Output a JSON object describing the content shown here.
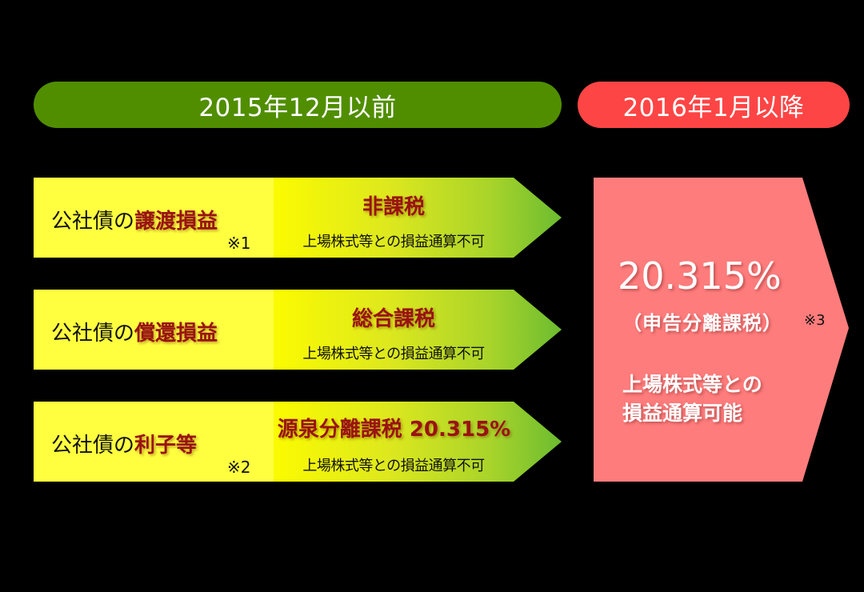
{
  "headers": {
    "before": "2015年12月以前",
    "after": "2016年1月以降"
  },
  "colors": {
    "before_header": "#508e00",
    "after_header": "#fe4545",
    "row_left_fill": "#ffff40",
    "arrow_gradient_start": "#fbfb00",
    "arrow_gradient_end": "#6cbc30",
    "highlight_text": "#9a1212",
    "after_box_fill": "#ff7c7c"
  },
  "rows": [
    {
      "subject_prefix": "公社債の",
      "subject_highlight": "譲渡損益",
      "note": "※1",
      "tax": "非課税",
      "offset": "上場株式等との損益通算不可"
    },
    {
      "subject_prefix": "公社債の",
      "subject_highlight": "償還損益",
      "note": "",
      "tax": "総合課税",
      "offset": "上場株式等との損益通算不可"
    },
    {
      "subject_prefix": "公社債の",
      "subject_highlight": "利子等",
      "note": "※2",
      "tax": "源泉分離課税 20.315%",
      "offset": "上場株式等との損益通算不可"
    }
  ],
  "after": {
    "rate": "20.315%",
    "method": "（申告分離課税）",
    "note": "※3",
    "desc_line1": "上場株式等との",
    "desc_line2": "損益通算可能"
  }
}
